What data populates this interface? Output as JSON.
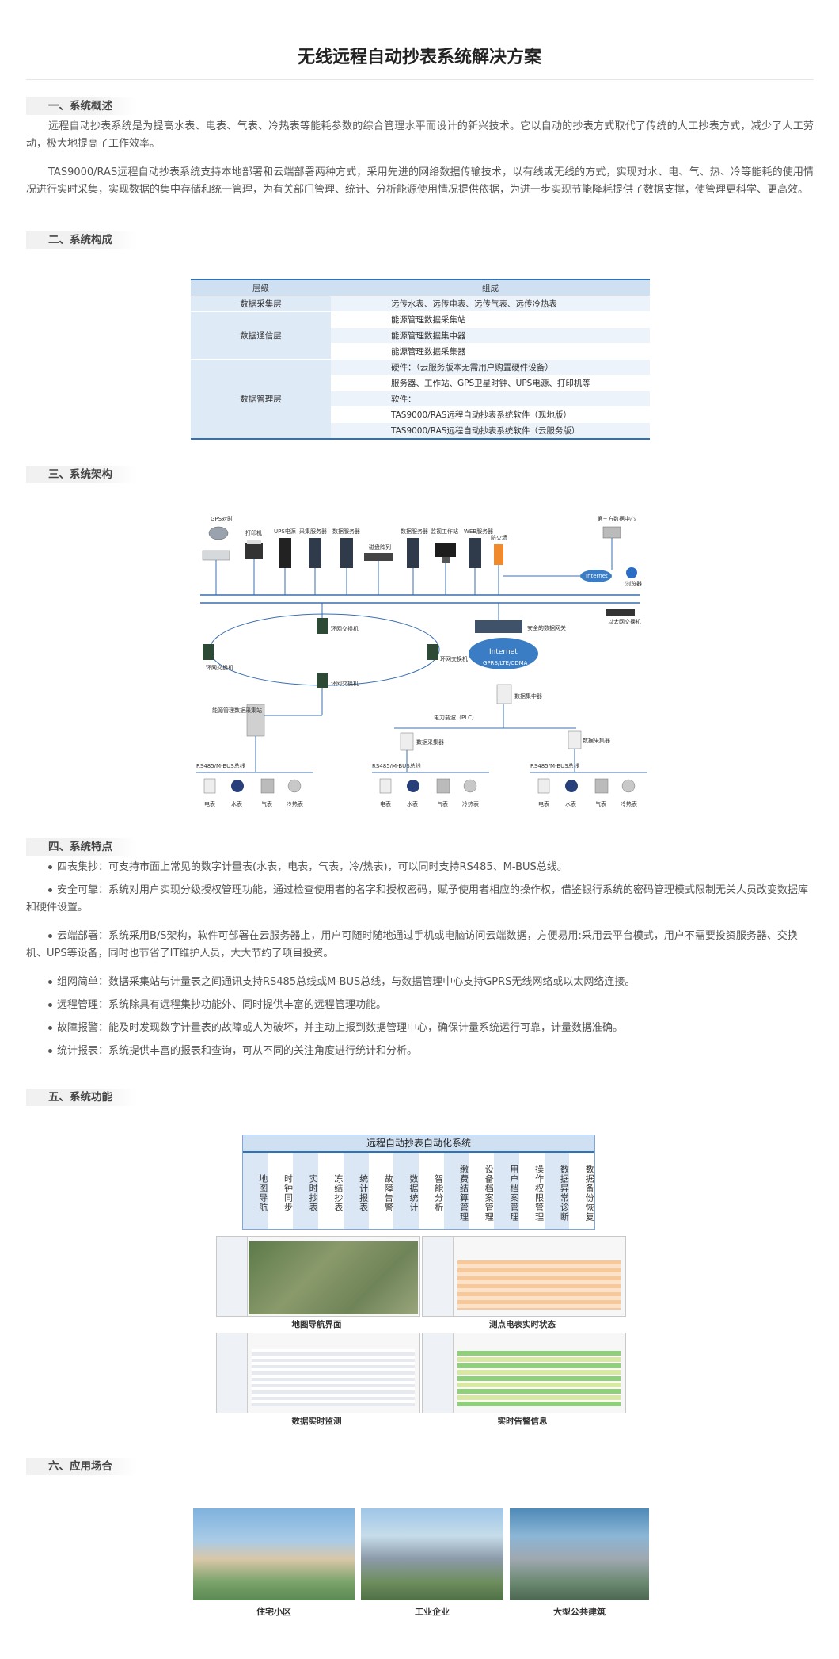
{
  "title": "无线远程自动抄表系统解决方案",
  "sections": [
    {
      "heading": "一、系统概述"
    },
    {
      "heading": "二、系统构成"
    },
    {
      "heading": "三、系统架构"
    },
    {
      "heading": "四、系统特点"
    },
    {
      "heading": "五、系统功能"
    },
    {
      "heading": "六、应用场合"
    }
  ],
  "overview": {
    "p1": "远程自动抄表系统是为提高水表、电表、气表、冷热表等能耗参数的综合管理水平而设计的新兴技术。它以自动的抄表方式取代了传统的人工抄表方式，减少了人工劳动，极大地提高了工作效率。",
    "p2": "TAS9000/RAS远程自动抄表系统支持本地部署和云端部署两种方式，采用先进的网络数据传输技术，以有线或无线的方式，实现对水、电、气、热、冷等能耗的使用情况进行实时采集，实现数据的集中存储和统一管理，为有关部门管理、统计、分析能源使用情况提供依据，为进一步实现节能降耗提供了数据支撑，使管理更科学、更高效。"
  },
  "composition": {
    "header": {
      "layer": "层级",
      "component": "组成"
    },
    "layers": [
      {
        "name": "数据采集层",
        "items": [
          "远传水表、远传电表、远传气表、远传冷热表"
        ]
      },
      {
        "name": "数据通信层",
        "items": [
          "能源管理数据采集站",
          "能源管理数据集中器",
          "能源管理数据采集器"
        ]
      },
      {
        "name": "数据管理层",
        "items": [
          "硬件：（云服务版本无需用户购置硬件设备）",
          "服务器、工作站、GPS卫星时钟、UPS电源、打印机等",
          "软件：",
          "TAS9000/RAS远程自动抄表系统软件（现地版）",
          "TAS9000/RAS远程自动抄表系统软件（云服务版）"
        ]
      }
    ]
  },
  "architecture": {
    "top_devices": [
      "GPS对时",
      "打印机",
      "UPS电源",
      "采集服务器",
      "数据服务器",
      "磁盘阵列",
      "数据服务器",
      "监视工作站",
      "WEB服务器",
      "防火墙"
    ],
    "remote": [
      "第三方数据中心",
      "Internet",
      "浏览器",
      "以太网交换机"
    ],
    "ring": [
      "环网交换机",
      "环网交换机",
      "环网交换机",
      "环网交换机"
    ],
    "gateway": "安全的数据网关",
    "cloud": "Internet",
    "cloud_sub": "GPRS/LTE/CDMA",
    "concentrator": "数据集中器",
    "station": "能源管理数据采集站",
    "plc": "电力载波（PLC）",
    "collector1": "数据采集器",
    "collector2": "数据采集器",
    "bus": "RS485/M-BUS总线",
    "meters": [
      "电表",
      "水表",
      "气表",
      "冷热表"
    ]
  },
  "features": [
    "四表集抄：可支持市面上常见的数字计量表(水表，电表，气表，冷/热表)，可以同时支持RS485、M-BUS总线。",
    "安全可靠：系统对用户实现分级授权管理功能，通过检查使用者的名字和授权密码，赋予使用者相应的操作权，借鉴银行系统的密码管理模式限制无关人员改变数据库和硬件设置。",
    "云端部署：系统采用B/S架构，软件可部署在云服务器上，用户可随时随地通过手机或电脑访问云端数据，方便易用:采用云平台模式，用户不需要投资服务器、交换机、UPS等设备，同时也节省了IT维护人员，大大节约了项目投资。",
    "组网简单：数据采集站与计量表之间通讯支持RS485总线或M-BUS总线，与数据管理中心支持GPRS无线网络或以太网络连接。",
    "远程管理：系统除具有远程集抄功能外、同时提供丰富的远程管理功能。",
    "故障报警：能及时发现数字计量表的故障或人为破坏，并主动上报到数据管理中心，确保计量系统运行可靠，计量数据准确。",
    "统计报表：系统提供丰富的报表和查询，可从不同的关注角度进行统计和分析。"
  ],
  "functions": {
    "title": "远程自动抄表自动化系统",
    "items": [
      "地图导航",
      "时钟同步",
      "实时抄表",
      "冻结抄表",
      "统计报表",
      "故障告警",
      "数据统计",
      "智能分析",
      "缴费结算管理",
      "设备档案管理",
      "用户档案管理",
      "操作权限管理",
      "数据异常诊断",
      "数据备份恢复"
    ],
    "screens": [
      "地图导航界面",
      "测点电表实时状态",
      "数据实时监测",
      "实时告警信息"
    ]
  },
  "applications": [
    "住宅小区",
    "工业企业",
    "大型公共建筑"
  ],
  "colors": {
    "accent": "#2e73b8",
    "header_bg": "#cfe0f3",
    "row_alt": "#edf3fa"
  }
}
